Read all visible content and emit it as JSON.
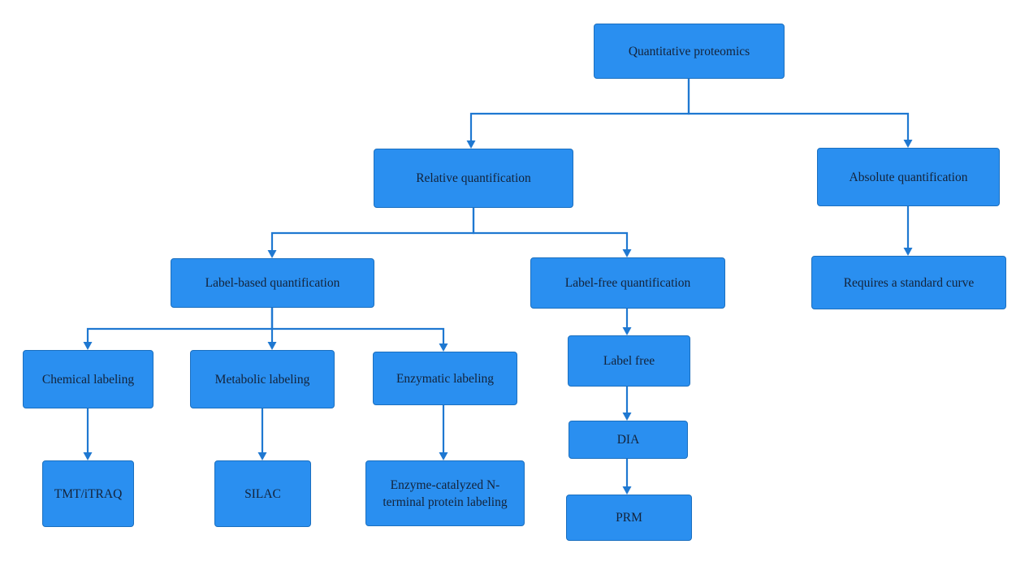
{
  "diagram": {
    "accent_color": "#2a8ff0",
    "connector_color": "#1f78d1",
    "nodes": {
      "root": "Quantitative proteomics",
      "relative": "Relative quantification",
      "absolute": "Absolute quantification",
      "label_based": "Label-based quantification",
      "label_free_quant": "Label-free quantification",
      "standard_curve": "Requires a standard curve",
      "chemical": "Chemical labeling",
      "metabolic": "Metabolic labeling",
      "enzymatic": "Enzymatic labeling",
      "label_free": "Label free",
      "tmt": "TMT/iTRAQ",
      "silac": "SILAC",
      "enzyme_n_terminal": "Enzyme-catalyzed N-terminal protein labeling",
      "dia": "DIA",
      "prm": "PRM"
    }
  }
}
